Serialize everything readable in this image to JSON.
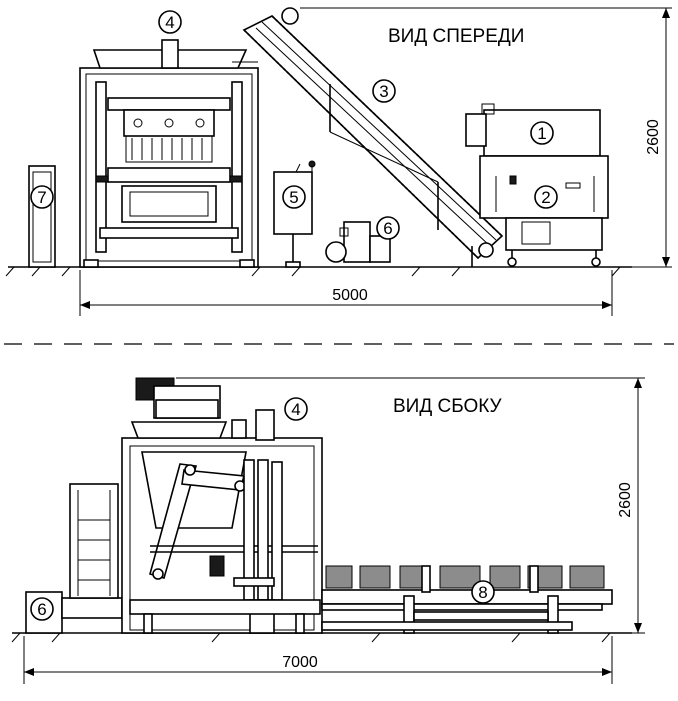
{
  "views": {
    "front": {
      "title": "ВИД СПЕРЕДИ",
      "height_dim": "2600",
      "width_dim": "5000"
    },
    "side": {
      "title": "ВИД СБОКУ",
      "height_dim": "2600",
      "width_dim": "7000"
    }
  },
  "callouts": {
    "c1": "1",
    "c2": "2",
    "c3": "3",
    "c4": "4",
    "c5": "5",
    "c6": "6",
    "c7": "7",
    "c8": "8"
  }
}
